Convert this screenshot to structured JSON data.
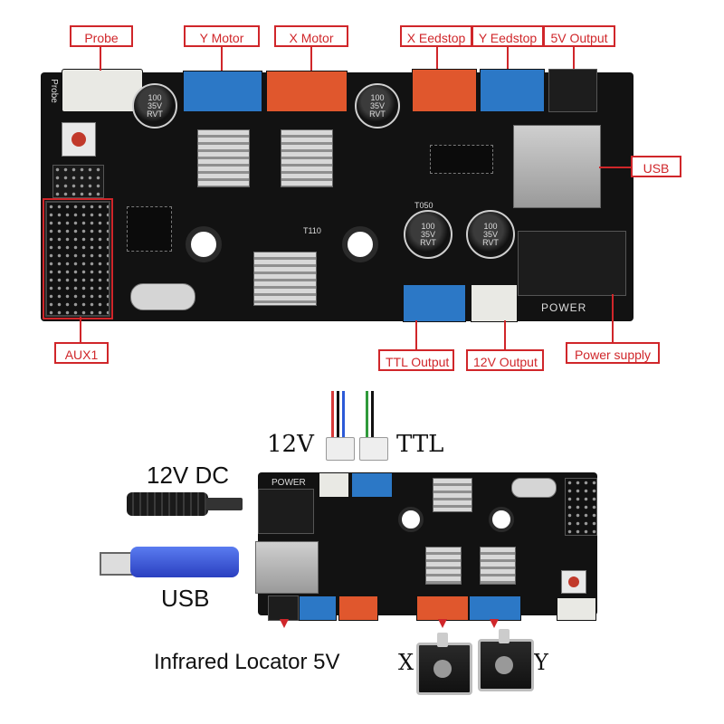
{
  "top_labels": {
    "probe": "Probe",
    "y_motor": "Y Motor",
    "x_motor": "X Motor",
    "x_endstop": "X Eedstop",
    "y_endstop": "Y Eedstop",
    "five_v_output": "5V Output",
    "usb": "USB",
    "aux1": "AUX1",
    "ttl_output": "TTL Output",
    "twelve_v_output": "12V Output",
    "power_supply": "Power supply"
  },
  "board_silkscreen": {
    "power": "POWER",
    "probe": "Probe",
    "cap_text": "100\n35V\nRVT",
    "t110": "T110",
    "t050": "T050"
  },
  "bottom_labels": {
    "twelve_v": "12V",
    "ttl": "TTL",
    "twelve_v_dc": "12V DC",
    "usb": "USB",
    "infrared": "Infrared Locator 5V",
    "x": "X",
    "y": "Y"
  },
  "colors": {
    "callout": "#d0262a",
    "blue_connector": "#2c78c6",
    "orange_connector": "#e0572d",
    "board": "#121212"
  }
}
